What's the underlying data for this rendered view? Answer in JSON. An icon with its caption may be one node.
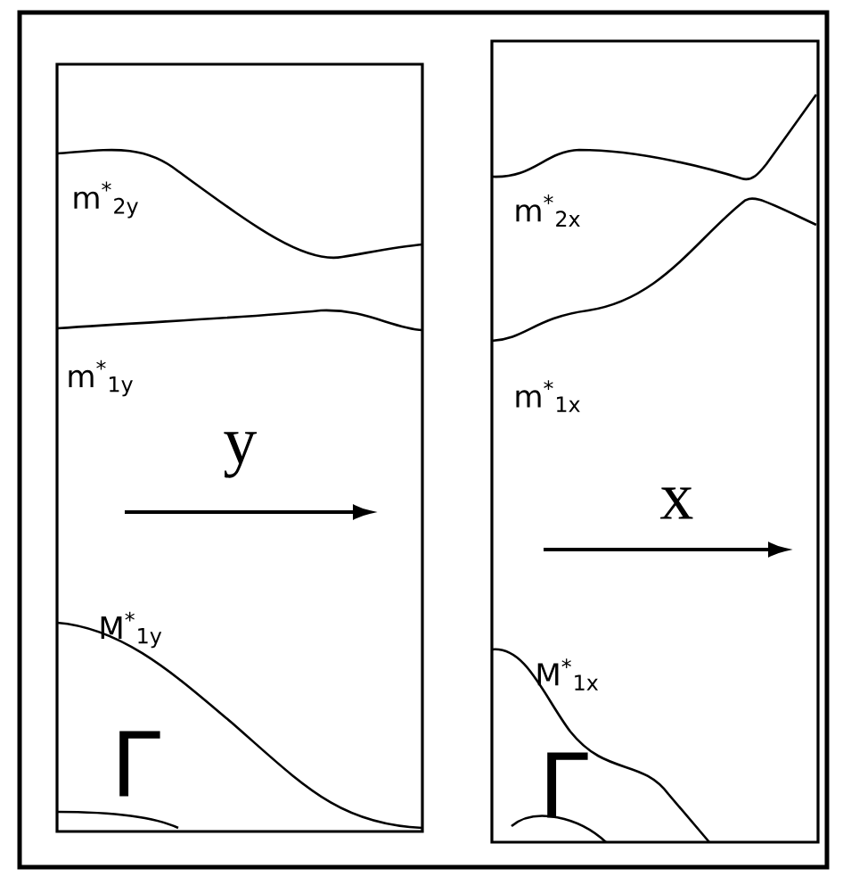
{
  "diagram": {
    "nodes": [
      {
        "text": [
          "m$^{*}$$_{2y}$",
          "m$^{*}$$_{1y}$",
          "y",
          "M$^{*}$$_{1y}$",
          "Γ"
        ]
      },
      {
        "text": [
          "m$^{*}$$_{2x}$",
          "m$^{*}$$_{1x}$",
          "x",
          "M$^{*}$$_{1x}$",
          "Γ"
        ]
      }
    ]
  }
}
